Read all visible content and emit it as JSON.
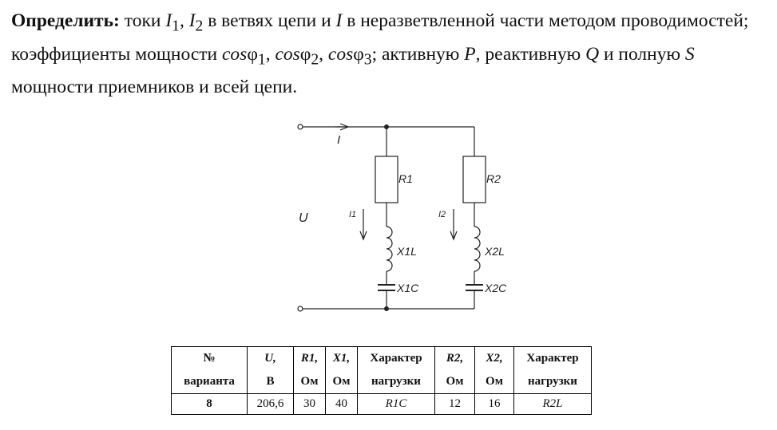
{
  "task": {
    "label": "Определить:",
    "t1": " токи ",
    "i1": "I",
    "i1sub": "1",
    "t2": ", ",
    "i2": "I",
    "i2sub": "2",
    "t3": " в ветвях цепи и ",
    "i": "I",
    "t4": " в неразветвленной части методом проводимостей; коэффициенты мощности ",
    "cos1": "cos",
    "phi1": "φ",
    "phi1sub": "1",
    "t5": ", ",
    "cos2": "cos",
    "phi2": "φ",
    "phi2sub": "2",
    "t6": ", ",
    "cos3": "cos",
    "phi3": "φ",
    "phi3sub": "3",
    "t7": "; активную ",
    "p": "P",
    "t8": ", реактивную ",
    "q": "Q",
    "t9": " и полную ",
    "s": "S",
    "t10": " мощности приемников и всей цепи."
  },
  "circuit": {
    "current_total": "I",
    "voltage": "U",
    "branch1": {
      "resistor": "R1",
      "current": "I1",
      "inductor": "X1L",
      "capacitor": "X1C"
    },
    "branch2": {
      "resistor": "R2",
      "current": "I2",
      "inductor": "X2L",
      "capacitor": "X2C"
    }
  },
  "table": {
    "headers_top": [
      "№",
      "U,",
      "R1,",
      "X1,",
      "Характер",
      "R2,",
      "X2,",
      "Характер"
    ],
    "headers_bottom": [
      "варианта",
      "В",
      "Ом",
      "Ом",
      "нагрузки",
      "Ом",
      "Ом",
      "нагрузки"
    ],
    "row": [
      "8",
      "206,6",
      "30",
      "40",
      "R1C",
      "12",
      "16",
      "R2L"
    ]
  }
}
